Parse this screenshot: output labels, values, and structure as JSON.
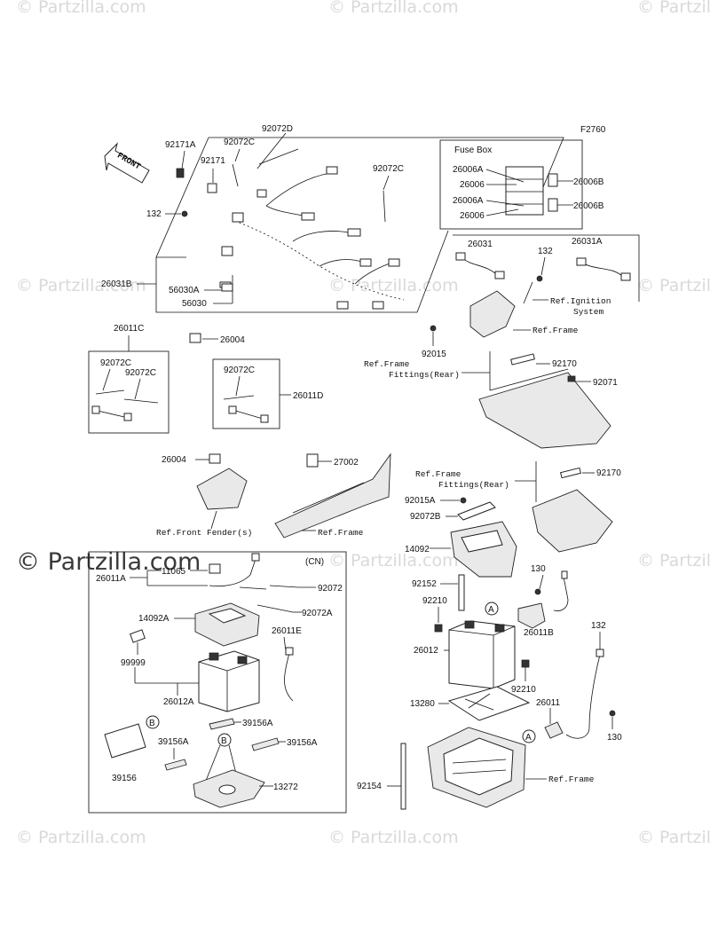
{
  "figure_code": "F2760",
  "watermarks": [
    "© Partzilla.com"
  ],
  "front_arrow_label": "FRONT",
  "fuse_box": {
    "title": "Fuse Box",
    "labels": [
      "26006A",
      "26006",
      "26006A",
      "26006",
      "26006B",
      "26006B"
    ]
  },
  "variant_label": "(CN)",
  "callouts": {
    "c92072D": "92072D",
    "c92171A": "92171A",
    "c92072C_top": "92072C",
    "c92171": "92171",
    "c92072C_mid": "92072C",
    "c132_top": "132",
    "c26031B": "26031B",
    "c56030A": "56030A",
    "c56030": "56030",
    "c26004_top": "26004",
    "c92015": "92015",
    "c26031": "26031",
    "c132_right": "132",
    "c26031A": "26031A",
    "ref_ignition_1": "Ref.Ignition",
    "ref_ignition_2": "System",
    "ref_frame_1": "Ref.Frame",
    "ref_frame_fit_1": "Ref.Frame",
    "ref_frame_fit_2": "Fittings(Rear)",
    "c92170_a": "92170",
    "c92071": "92071",
    "c26011C": "26011C",
    "c92072C_l1": "92072C",
    "c92072C_l2": "92072C",
    "c92072C_l3": "92072C",
    "c26011D": "26011D",
    "c26004_mid": "26004",
    "c27002": "27002",
    "ref_front_fender": "Ref.Front Fender(s)",
    "ref_frame_2": "Ref.Frame",
    "ref_frame_fit2_1": "Ref.Frame",
    "ref_frame_fit2_2": "Fittings(Rear)",
    "c92170_b": "92170",
    "c92015A": "92015A",
    "c92072B": "92072B",
    "c14092": "14092",
    "c130_a": "130",
    "c92152": "92152",
    "c92210_a": "92210",
    "circle_A_1": "A",
    "c26011B": "26011B",
    "c26012": "26012",
    "c92210_b": "92210",
    "c132_low": "132",
    "c13280": "13280",
    "c26011": "26011",
    "circle_A_2": "A",
    "c130_b": "130",
    "ref_frame_3": "Ref.Frame",
    "c92154": "92154",
    "c26011A": "26011A",
    "c11065": "11065",
    "c92072": "92072",
    "c92072A": "92072A",
    "c14092A": "14092A",
    "c26011E": "26011E",
    "c99999": "99999",
    "c26012A": "26012A",
    "circle_B_1": "B",
    "c39156A_a": "39156A",
    "c39156A_b": "39156A",
    "circle_B_2": "B",
    "c39156A_c": "39156A",
    "c39156": "39156",
    "c13272": "13272"
  }
}
